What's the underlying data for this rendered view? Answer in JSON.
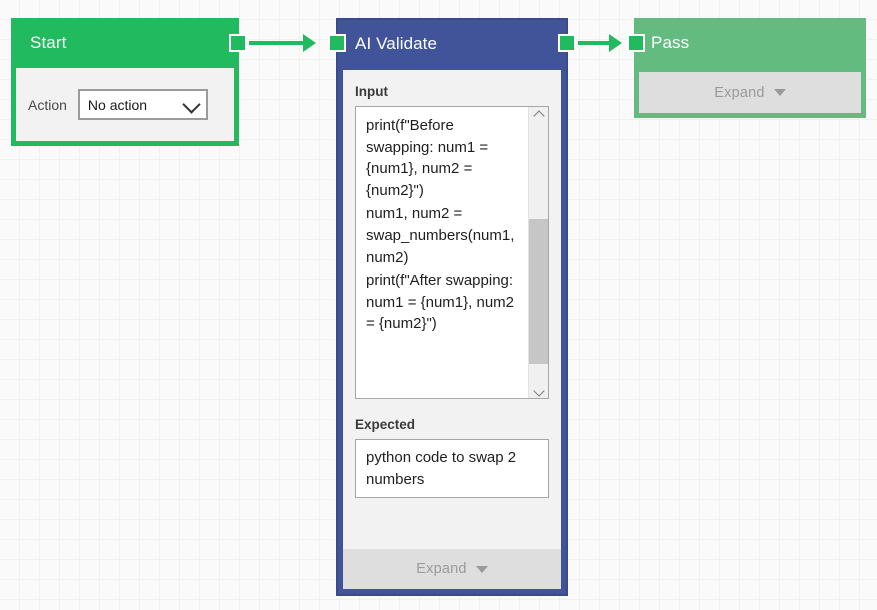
{
  "canvas": {
    "background_color": "#fafafa",
    "grid_minor_color": "#f0f0f0",
    "grid_major_color": "#e8e8e8"
  },
  "colors": {
    "start_green": "#21ba5f",
    "pass_green": "#63bb80",
    "validate_blue": "#41549a",
    "connector_green": "#21ba5f",
    "panel_gray": "#f2f2f2",
    "expand_gray": "#dedede"
  },
  "nodes": {
    "start": {
      "title": "Start",
      "action_label": "Action",
      "action_value": "No action",
      "action_options": [
        "No action"
      ]
    },
    "validate": {
      "title": "AI Validate",
      "input_label": "Input",
      "input_value": "print(f\"Before swapping: num1 = {num1}, num2 = {num2}\")\n\nnum1, num2 = swap_numbers(num1, num2)\n\nprint(f\"After swapping: num1 = {num1}, num2 = {num2}\")",
      "input_paragraphs": [
        "print(f\"Before swapping: num1 = {num1}, num2 = {num2}\")",
        "num1, num2 = swap_numbers(num1, num2)",
        "print(f\"After swapping: num1 = {num1}, num2 = {num2}\")"
      ],
      "expected_label": "Expected",
      "expected_value": "python code to swap 2 numbers",
      "expand_label": "Expand"
    },
    "pass": {
      "title": "Pass",
      "expand_label": "Expand"
    }
  }
}
